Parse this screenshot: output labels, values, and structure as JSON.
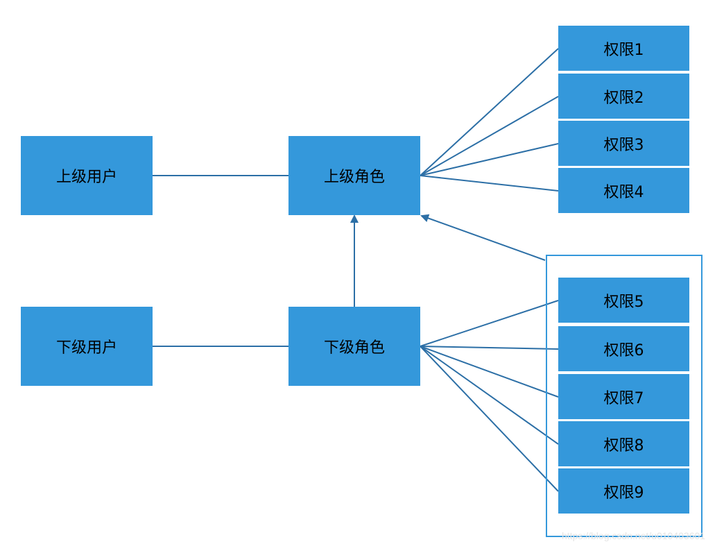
{
  "colors": {
    "node_fill": "#3498db",
    "line": "#2c6fa6",
    "group_border": "#3498db",
    "text": "#000000"
  },
  "nodes": {
    "upper_user": "上级用户",
    "lower_user": "下级用户",
    "upper_role": "上级角色",
    "lower_role": "下级角色"
  },
  "permissions": {
    "upper": [
      "权限1",
      "权限2",
      "权限3",
      "权限4"
    ],
    "lower": [
      "权限5",
      "权限6",
      "权限7",
      "权限8",
      "权限9"
    ]
  },
  "watermark": "https://blog.csdn.net/u010403601"
}
